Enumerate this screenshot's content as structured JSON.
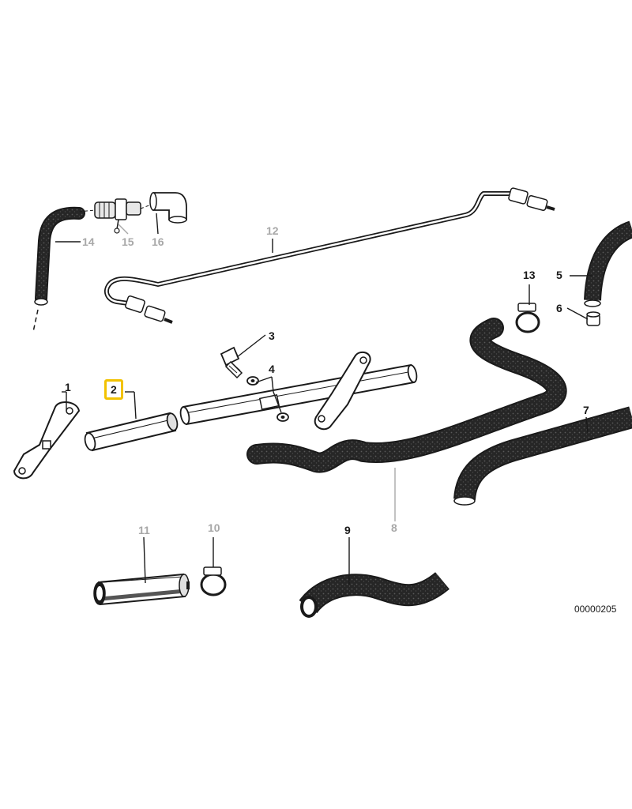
{
  "diagram": {
    "document_number": "00000205",
    "highlighted_part": "2",
    "accent_color": "#f2c200",
    "part_labels": {
      "p1": "1",
      "p2": "2",
      "p3": "3",
      "p4": "4",
      "p5": "5",
      "p6": "6",
      "p7": "7",
      "p8": "8",
      "p9": "9",
      "p10": "10",
      "p11": "11",
      "p12": "12",
      "p13": "13",
      "p14": "14",
      "p15": "15",
      "p16": "16"
    }
  }
}
